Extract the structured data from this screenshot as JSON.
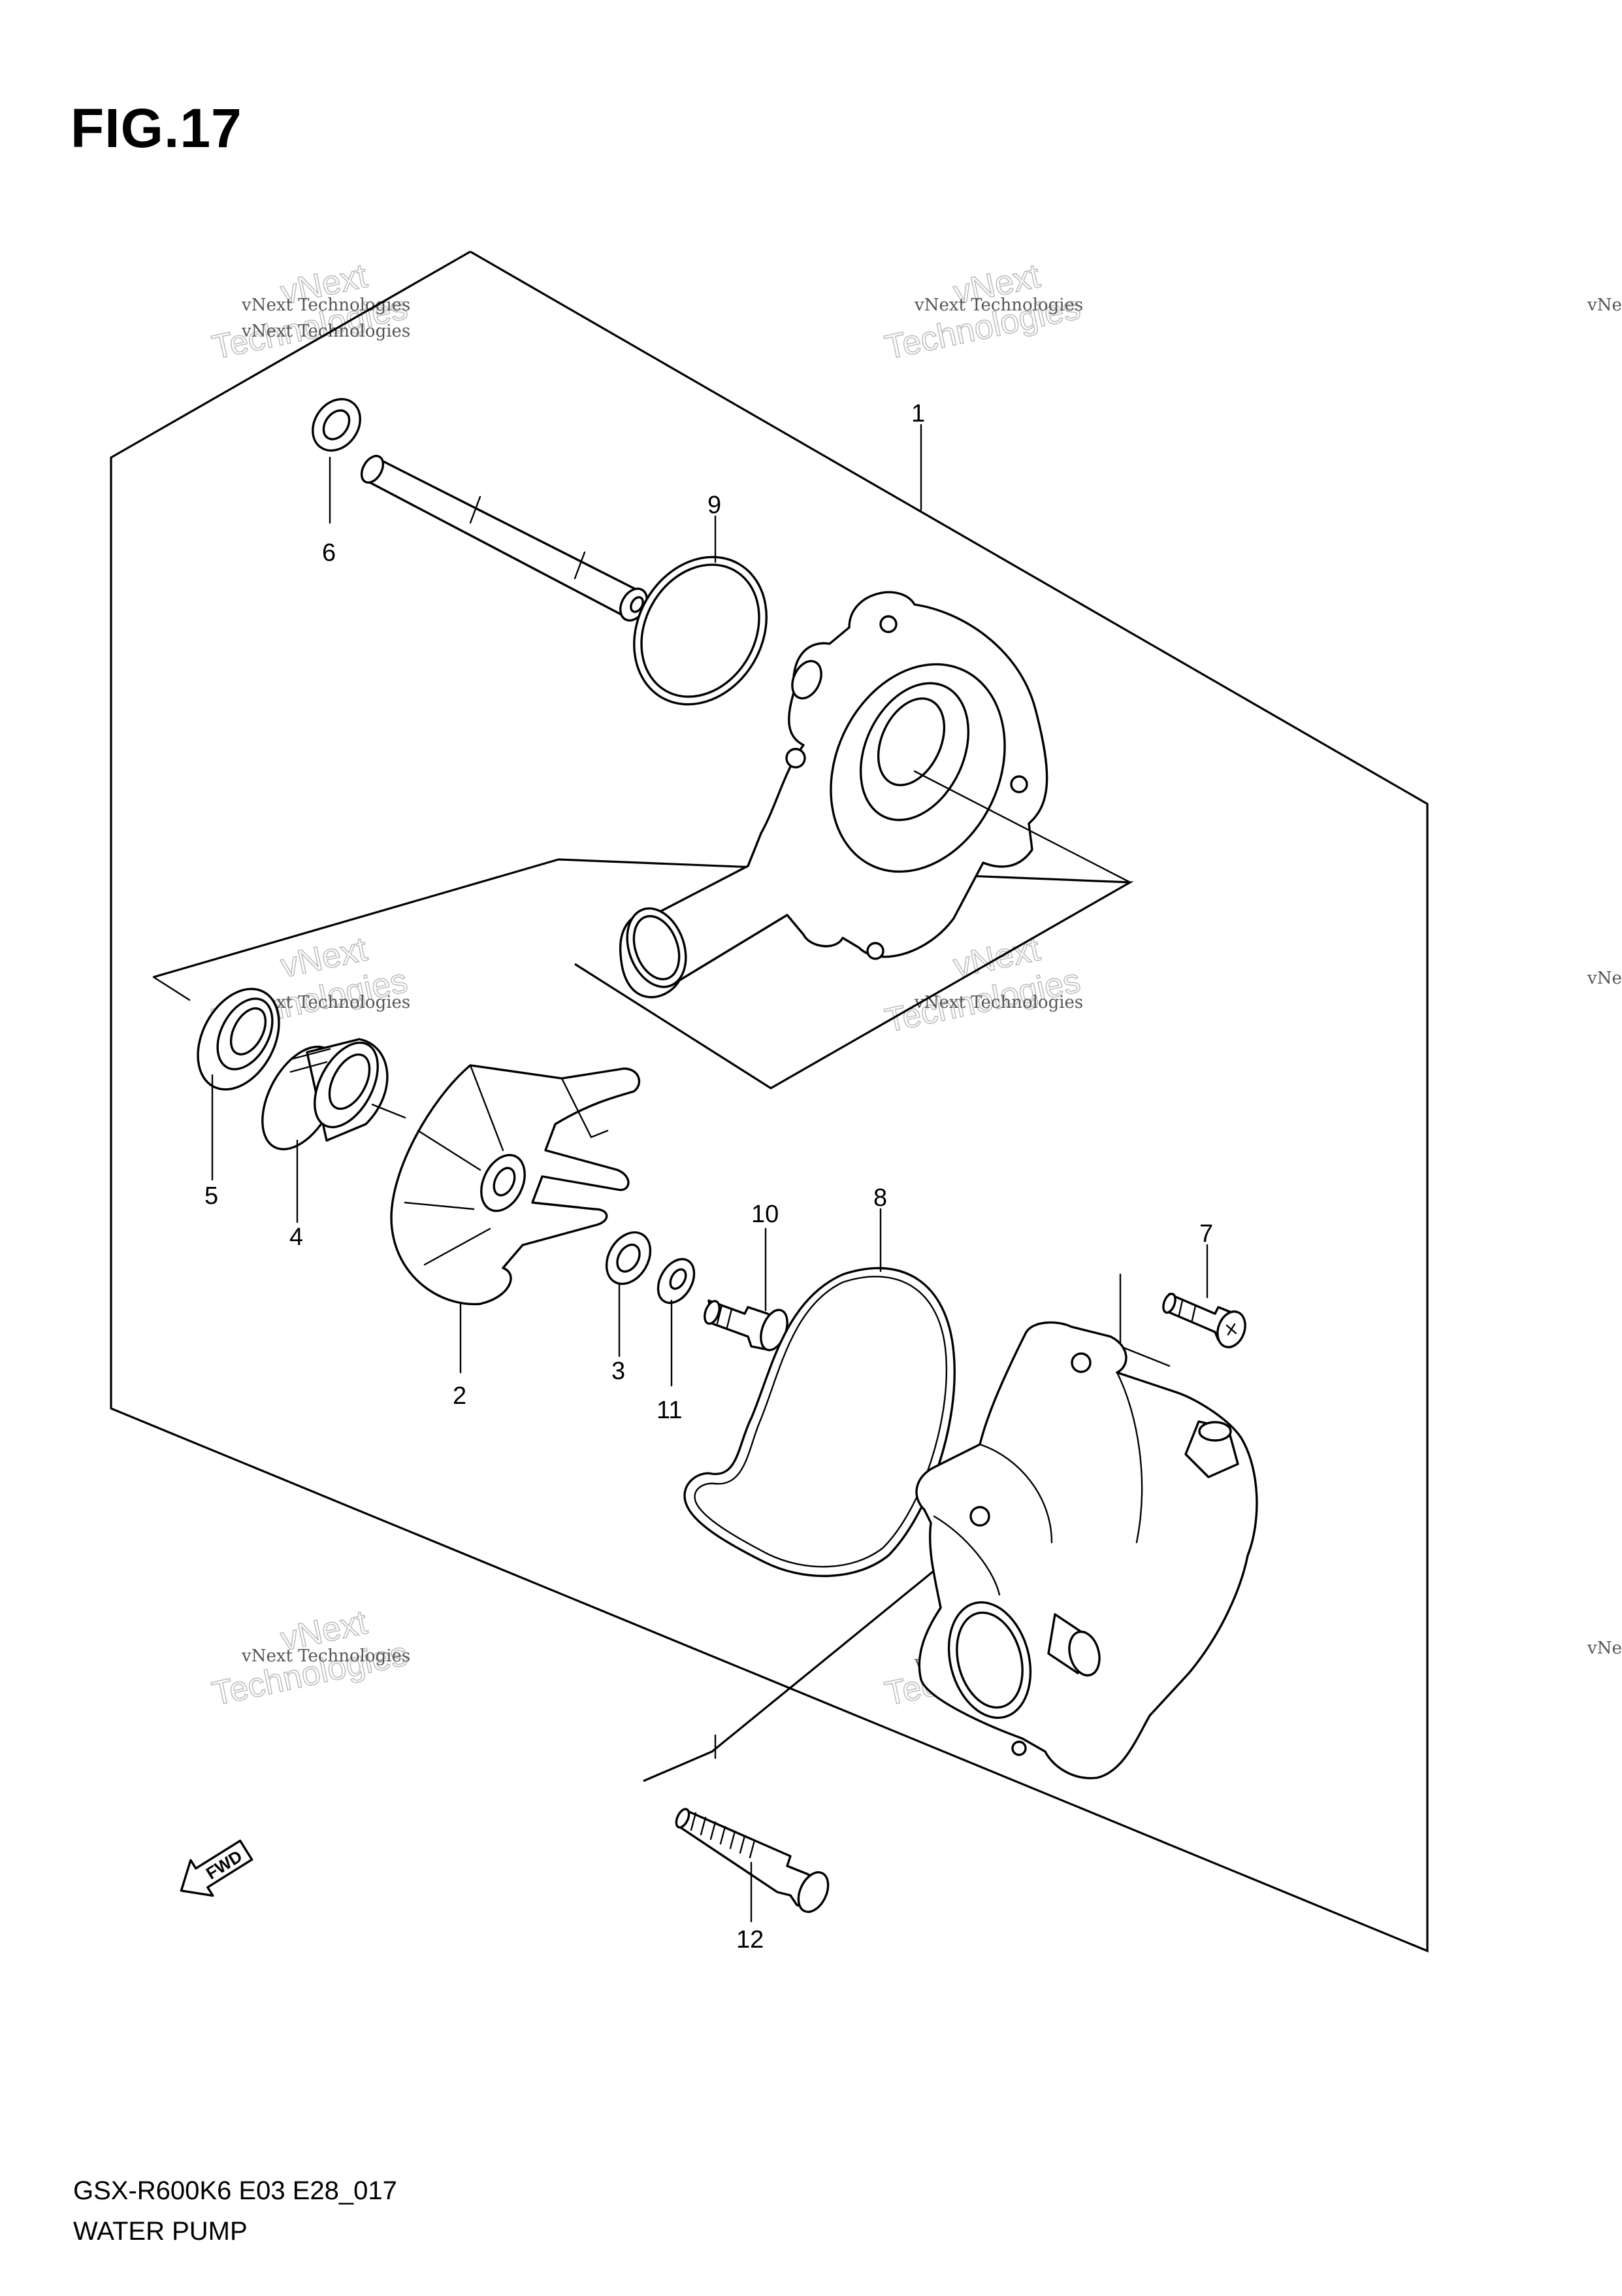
{
  "figure": {
    "title": "FIG.17"
  },
  "footer": {
    "model_code": "GSX-R600K6 E03 E28_017",
    "assembly_name": "WATER PUMP"
  },
  "watermark": {
    "line1": "vNext Technologies",
    "line2": "vNext",
    "line3": "Technologies"
  },
  "direction_marker": {
    "label": "FWD"
  },
  "callouts": [
    {
      "id": "1",
      "label": "1"
    },
    {
      "id": "2",
      "label": "2"
    },
    {
      "id": "3",
      "label": "3"
    },
    {
      "id": "4",
      "label": "4"
    },
    {
      "id": "5",
      "label": "5"
    },
    {
      "id": "6",
      "label": "6"
    },
    {
      "id": "7",
      "label": "7"
    },
    {
      "id": "8",
      "label": "8"
    },
    {
      "id": "9",
      "label": "9"
    },
    {
      "id": "10",
      "label": "10"
    },
    {
      "id": "11",
      "label": "11"
    },
    {
      "id": "12",
      "label": "12"
    }
  ]
}
